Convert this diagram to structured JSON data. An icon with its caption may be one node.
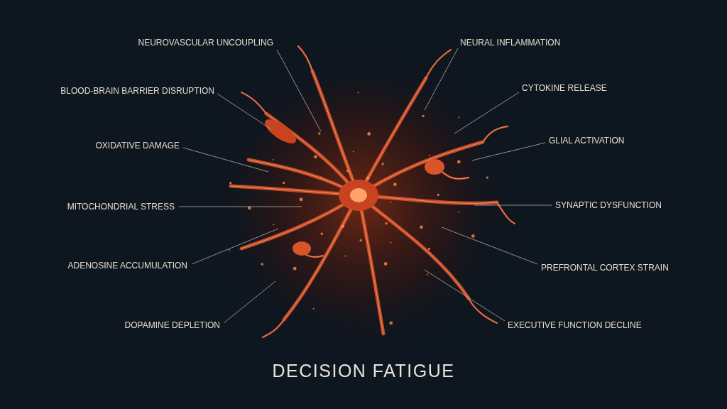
{
  "diagram": {
    "title": "DECISION FATIGUE",
    "nodes": [
      {
        "text": [
          "NEUROVASCULAR UNCOUPLING"
        ]
      },
      {
        "text": [
          "NEURAL INFLAMMATION"
        ]
      },
      {
        "text": [
          "BLOOD-BRAIN BARRIER DISRUPTION"
        ]
      },
      {
        "text": [
          "CYTOKINE RELEASE"
        ]
      },
      {
        "text": [
          "OXIDATIVE DAMAGE"
        ]
      },
      {
        "text": [
          "GLIAL ACTIVATION"
        ]
      },
      {
        "text": [
          "MITOCHONDRIAL STRESS"
        ]
      },
      {
        "text": [
          "SYNAPTIC DYSFUNCTION"
        ]
      },
      {
        "text": [
          "ADENOSINE ACCUMULATION"
        ]
      },
      {
        "text": [
          "PREFRONTAL CORTEX STRAIN"
        ]
      },
      {
        "text": [
          "DOPAMINE DEPLETION"
        ]
      },
      {
        "text": [
          "EXECUTIVE FUNCTION DECLINE"
        ]
      }
    ],
    "edges": [
      {
        "from": 0,
        "to": null,
        "arrow": "none"
      },
      {
        "from": 1,
        "to": null,
        "arrow": "none"
      },
      {
        "from": 2,
        "to": null,
        "arrow": "none"
      },
      {
        "from": 3,
        "to": null,
        "arrow": "none"
      },
      {
        "from": 4,
        "to": null,
        "arrow": "none"
      },
      {
        "from": 5,
        "to": null,
        "arrow": "none"
      },
      {
        "from": 6,
        "to": null,
        "arrow": "none"
      },
      {
        "from": 7,
        "to": null,
        "arrow": "none"
      },
      {
        "from": 8,
        "to": null,
        "arrow": "none"
      },
      {
        "from": 9,
        "to": null,
        "arrow": "none"
      },
      {
        "from": 10,
        "to": null,
        "arrow": "none"
      },
      {
        "from": 11,
        "to": null,
        "arrow": "none"
      }
    ]
  }
}
